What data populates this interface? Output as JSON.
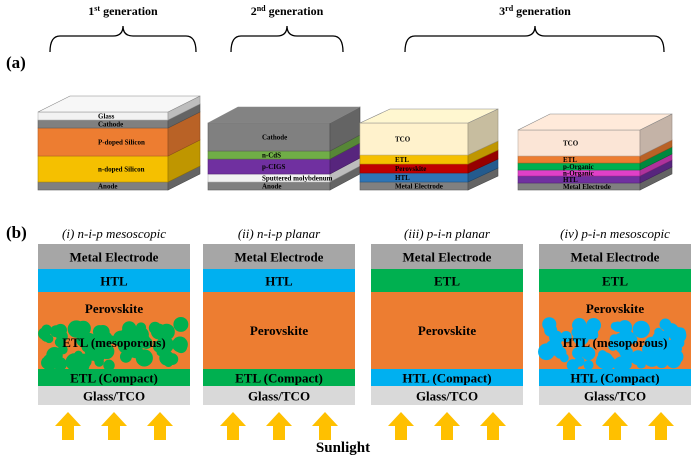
{
  "panel_a": {
    "label": "(a)",
    "generations": [
      {
        "base": "1",
        "sup": "st",
        "rest": " generation"
      },
      {
        "base": "2",
        "sup": "nd",
        "rest": " generation"
      },
      {
        "base": "3",
        "sup": "rd",
        "rest": " generation"
      }
    ],
    "stacks": [
      {
        "name": "silicon-cell",
        "layers": [
          {
            "label": "Anode",
            "color": "#808080"
          },
          {
            "label": "n-doped Silicon",
            "color": "#f5c000"
          },
          {
            "label": "P-doped Silicon",
            "color": "#ed7d31"
          },
          {
            "label": "Cathode",
            "color": "#808080"
          },
          {
            "label": "Glass",
            "color": "#f2f2f2"
          }
        ]
      },
      {
        "name": "cigs-cell",
        "layers": [
          {
            "label": "Anode",
            "color": "#808080"
          },
          {
            "label": "Sputtered molybdenum",
            "color": "#f2f2f2"
          },
          {
            "label": "p-CIGS",
            "color": "#7030a0"
          },
          {
            "label": "n-CdS",
            "color": "#70ad47"
          },
          {
            "label": "Cathode",
            "color": "#808080"
          }
        ]
      },
      {
        "name": "perovskite-cell",
        "layers": [
          {
            "label": "Metal Electrode",
            "color": "#808080"
          },
          {
            "label": "HTL",
            "color": "#2e75b6"
          },
          {
            "label": "Perovskite",
            "color": "#c00000"
          },
          {
            "label": "ETL",
            "color": "#f5c000"
          },
          {
            "label": "TCO",
            "color": "#fff2cc"
          }
        ]
      },
      {
        "name": "organic-cell",
        "layers": [
          {
            "label": "Metal Electrode",
            "color": "#808080"
          },
          {
            "label": "HTL",
            "color": "#7030a0"
          },
          {
            "label": "n-Organic",
            "color": "#e040c8"
          },
          {
            "label": "p-Organic",
            "color": "#00b050"
          },
          {
            "label": "ETL",
            "color": "#ed7d31"
          },
          {
            "label": "TCO",
            "color": "#fbe5d6"
          }
        ]
      }
    ]
  },
  "panel_b": {
    "label": "(b)",
    "sunlight": "Sunlight",
    "colors": {
      "metal": "#a6a6a6",
      "htl": "#00b0f0",
      "etl": "#00b050",
      "perovskite": "#ed7d31",
      "glass": "#d9d9d9",
      "arrow": "#ffc000"
    },
    "architectures": [
      {
        "title": "(i) n-i-p mesoscopic",
        "metal": "Metal Electrode",
        "top": "HTL",
        "absorber": "Perovskite",
        "meso": "ETL (mesoporous)",
        "compact": "ETL (Compact)",
        "substrate": "Glass/TCO"
      },
      {
        "title": "(ii) n-i-p planar",
        "metal": "Metal Electrode",
        "top": "HTL",
        "absorber": "Perovskite",
        "meso": "",
        "compact": "ETL (Compact)",
        "substrate": "Glass/TCO"
      },
      {
        "title": "(iii) p-i-n planar",
        "metal": "Metal Electrode",
        "top": "ETL",
        "absorber": "Perovskite",
        "meso": "",
        "compact": "HTL (Compact)",
        "substrate": "Glass/TCO"
      },
      {
        "title": "(iv) p-i-n mesoscopic",
        "metal": "Metal Electrode",
        "top": "ETL",
        "absorber": "Perovskite",
        "meso": "HTL (mesoporous)",
        "compact": "HTL (Compact)",
        "substrate": "Glass/TCO"
      }
    ]
  }
}
